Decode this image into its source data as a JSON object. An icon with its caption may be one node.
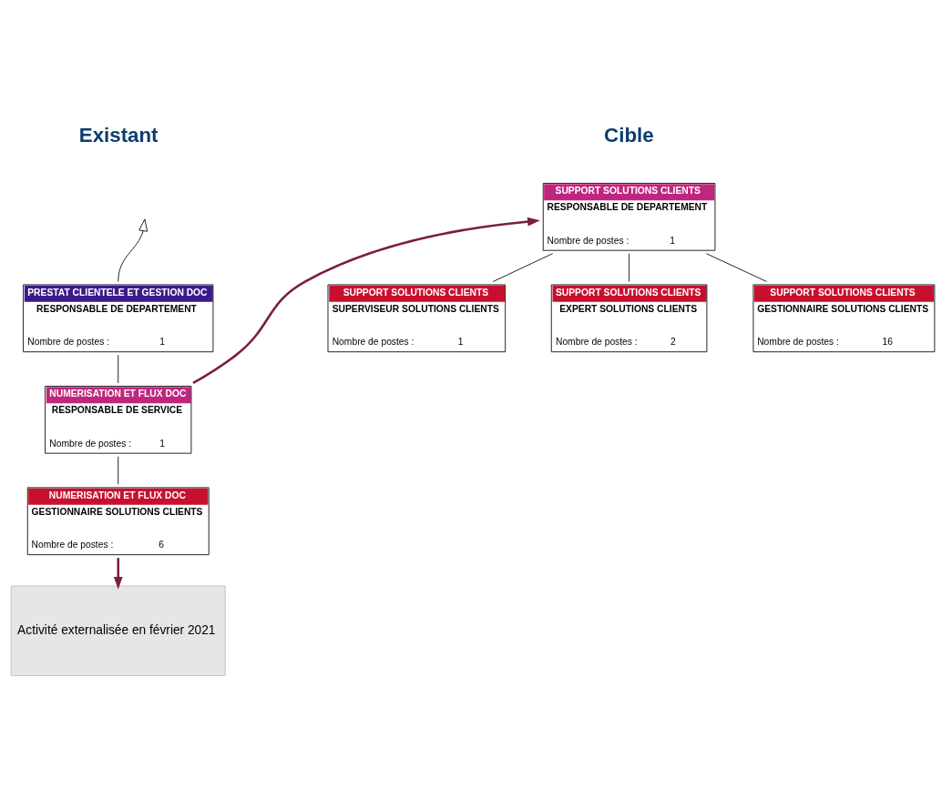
{
  "diagram": {
    "nodes": [
      {
        "text": [
          "PRESTAT CLIENTELE ET GESTION DOC",
          "RESPONSABLE DE DEPARTEMENT",
          "Nombre de postes :",
          "1"
        ]
      },
      {
        "text": [
          "NUMERISATION ET FLUX DOC",
          "RESPONSABLE DE SERVICE",
          "Nombre de postes :",
          "1"
        ]
      },
      {
        "text": [
          "NUMERISATION ET FLUX DOC",
          "GESTIONNAIRE SOLUTIONS CLIENTS",
          "Nombre de postes :",
          "6"
        ]
      },
      {
        "text": [
          "Activité externalisée en février 2021"
        ]
      },
      {
        "text": [
          "SUPPORT SOLUTIONS CLIENTS",
          "RESPONSABLE DE DEPARTEMENT",
          "Nombre de postes :",
          "1"
        ]
      },
      {
        "text": [
          "SUPPORT SOLUTIONS CLIENTS",
          "SUPERVISEUR SOLUTIONS CLIENTS",
          "Nombre de postes :",
          "1"
        ]
      },
      {
        "text": [
          "SUPPORT SOLUTIONS CLIENTS",
          "EXPERT SOLUTIONS CLIENTS",
          "Nombre de postes :",
          "2"
        ]
      },
      {
        "text": [
          "SUPPORT SOLUTIONS CLIENTS",
          "GESTIONNAIRE SOLUTIONS CLIENTS",
          "Nombre de postes :",
          "16"
        ]
      }
    ],
    "edges": [
      {
        "from": 0,
        "to": null,
        "arrow": "to"
      },
      {
        "from": 0,
        "to": 1,
        "arrow": "none"
      },
      {
        "from": 1,
        "to": 2,
        "arrow": "none"
      },
      {
        "from": 2,
        "to": 3,
        "arrow": "to",
        "style": "thick",
        "color": "#7b1d45"
      },
      {
        "from": 1,
        "to": 4,
        "arrow": "to",
        "style": "thick",
        "color": "#7b1d45"
      },
      {
        "from": 4,
        "to": 5,
        "arrow": "none"
      },
      {
        "from": 4,
        "to": 6,
        "arrow": "none"
      },
      {
        "from": 4,
        "to": 7,
        "arrow": "none"
      }
    ],
    "labels": [
      "Existant",
      "Cible"
    ]
  }
}
